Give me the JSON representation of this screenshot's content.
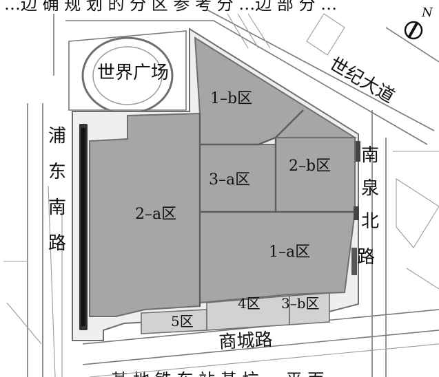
{
  "header_fragment": "…边 确 规 划 的 分 区 参 考 分 …边 部 分 …",
  "footer_fragment": "… 某 地 铁 车 站 基 坑 … 平 面",
  "compass": {
    "label": "N"
  },
  "landmarks": {
    "world_plaza": "世界广场"
  },
  "roads": {
    "century_avenue": "世纪大道",
    "pudong_south": [
      "浦",
      "东",
      "南",
      "路"
    ],
    "nanquan_north": [
      "南",
      "泉",
      "北",
      "路"
    ],
    "shangcheng": "商城路"
  },
  "zones": [
    {
      "id": "1b",
      "label": "1–b区"
    },
    {
      "id": "2a",
      "label": "2–a区"
    },
    {
      "id": "3a",
      "label": "3–a区"
    },
    {
      "id": "2b",
      "label": "2–b区"
    },
    {
      "id": "1a",
      "label": "1–a区"
    },
    {
      "id": "5",
      "label": "5区"
    },
    {
      "id": "4",
      "label": "4区"
    },
    {
      "id": "3b",
      "label": "3–b区"
    }
  ],
  "colors": {
    "zone_fill": "#a6a6a6",
    "zone_light": "#d2d2d2",
    "outline": "#6e6e6e"
  }
}
